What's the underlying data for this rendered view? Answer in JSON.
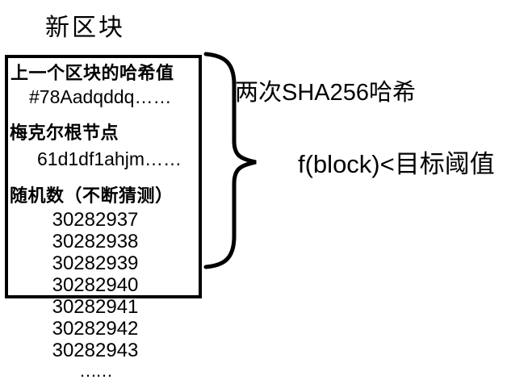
{
  "colors": {
    "background": "#ffffff",
    "ink": "#000000"
  },
  "title": "新区块",
  "block": {
    "prev_hash_label": "上一个区块的哈希值",
    "prev_hash_value": "#78Aadqddq……",
    "merkle_label": "梅克尔根节点",
    "merkle_value": "61d1df1ahjm……",
    "nonce_label": "随机数（不断猜测）",
    "nonces": [
      "30282937",
      "30282938",
      "30282939",
      "30282940",
      "30282941",
      "30282942",
      "30282943",
      "……"
    ]
  },
  "annotations": {
    "hash_process": "两次SHA256哈希",
    "target_condition": "f(block)<目标阈值"
  }
}
